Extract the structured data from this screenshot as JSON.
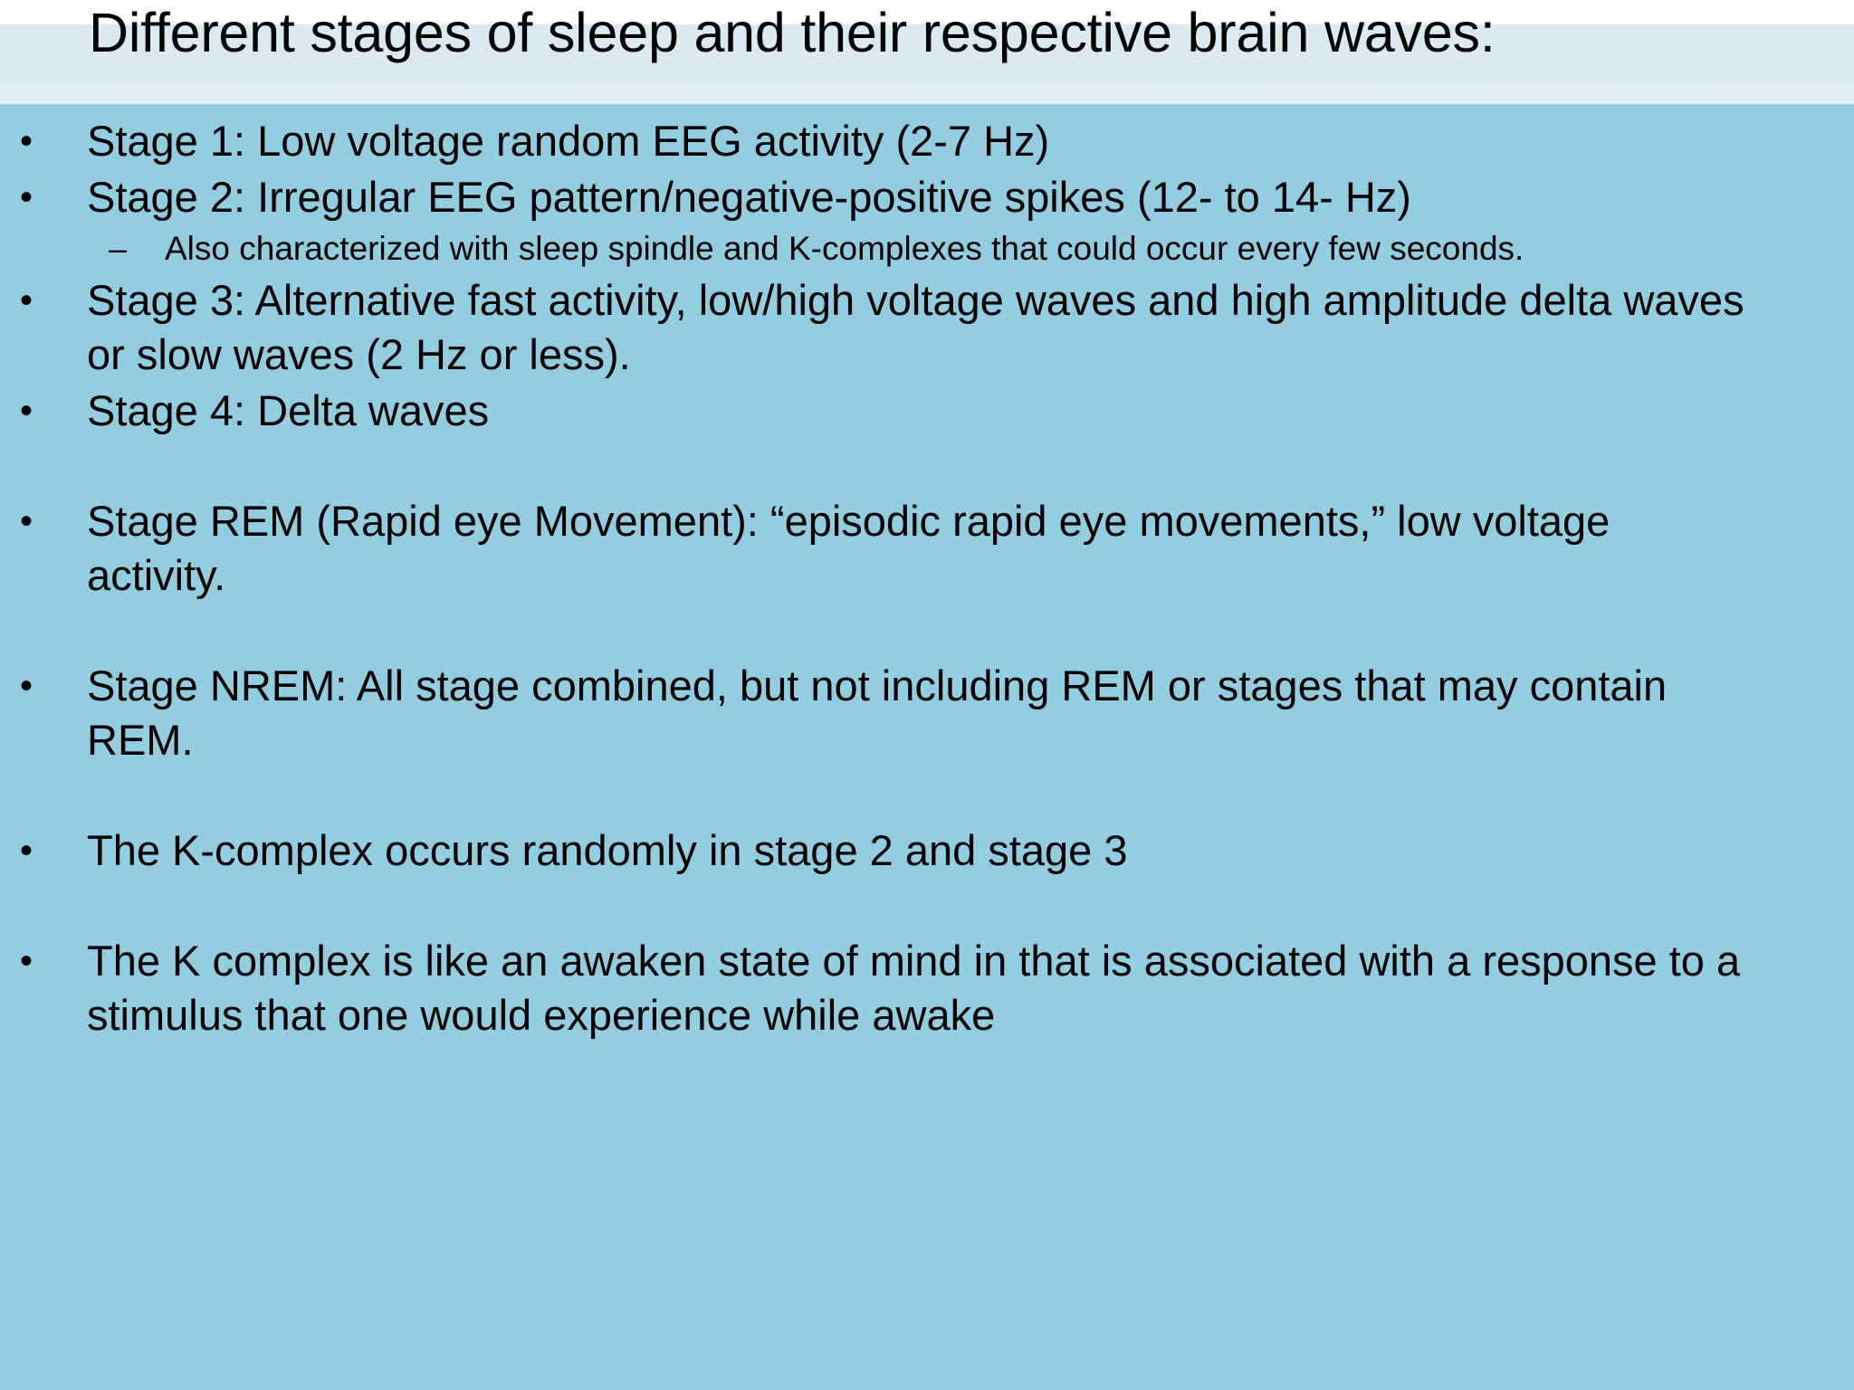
{
  "slide": {
    "title": "Different stages of sleep and their respective brain waves:",
    "colors": {
      "top_strip": "#ffffff",
      "title_band": "#dceaf0",
      "body_background": "#93cde0",
      "text": "#000000"
    },
    "markers": {
      "level_1": "•",
      "level_2": "–"
    },
    "bullets": [
      {
        "level": 1,
        "text": "Stage 1: Low voltage random EEG activity (2-7 Hz)",
        "gap_after": false
      },
      {
        "level": 1,
        "text": "Stage 2: Irregular EEG pattern/negative-positive spikes (12- to 14- Hz)",
        "gap_after": false
      },
      {
        "level": 2,
        "text": "Also characterized with sleep spindle and K-complexes that could occur every few seconds.",
        "gap_after": false
      },
      {
        "level": 1,
        "text": "Stage 3: Alternative fast activity, low/high voltage waves and high amplitude delta waves or slow waves (2 Hz or less).",
        "gap_after": false
      },
      {
        "level": 1,
        "text": "Stage 4: Delta waves",
        "gap_after": true
      },
      {
        "level": 1,
        "text": "Stage REM (Rapid eye Movement): “episodic rapid eye movements,” low voltage activity.",
        "gap_after": true
      },
      {
        "level": 1,
        "text": "Stage NREM: All stage combined, but not including REM or stages that may contain REM.",
        "gap_after": true
      },
      {
        "level": 1,
        "text": "The K-complex occurs randomly in stage 2 and stage 3",
        "gap_after": true
      },
      {
        "level": 1,
        "text": "The K complex is like an awaken state of mind in that is associated with a response to a stimulus that one would experience while awake",
        "gap_after": false
      }
    ]
  }
}
